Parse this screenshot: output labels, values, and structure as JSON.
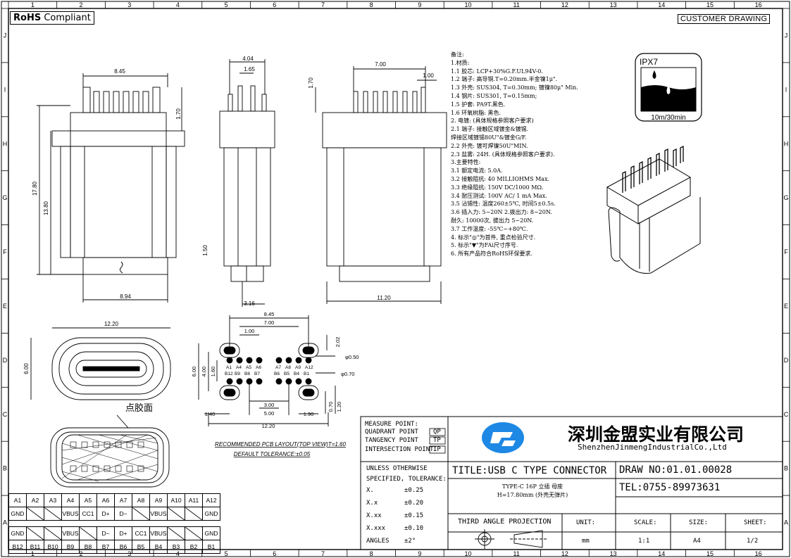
{
  "header": {
    "rohs_bold": "RoHS",
    "rohs_rest": "Compliant",
    "customer_drawing": "CUSTOMER DRAWING"
  },
  "border": {
    "columns": [
      "1",
      "2",
      "3",
      "4",
      "5",
      "6",
      "7",
      "8",
      "9",
      "10",
      "11",
      "12",
      "13",
      "14",
      "15",
      "16"
    ],
    "rows": [
      "J",
      "I",
      "H",
      "G",
      "F",
      "E",
      "D",
      "C",
      "B",
      "A"
    ]
  },
  "dimensions": {
    "top_width": "8.45",
    "height_total": "17.80",
    "height_body": "13.80",
    "pin_height": "1.70",
    "bottom_width": "8.94",
    "side_width": "4.04",
    "side_pitch": "1.65",
    "side_pin": "1.50",
    "side_bottom": "3.16",
    "right_top": "7.00",
    "right_step": "1.00",
    "right_pin_h": "1.70",
    "right_bottom": "11.20",
    "front_width": "12.20",
    "front_height": "6.00",
    "pcb_overall": "8.45",
    "pcb_700": "7.00",
    "pcb_100": "1.00",
    "pcb_202": "2.02",
    "pcb_050": "φ0.50",
    "pcb_070": "φ0.70",
    "pcb_600": "6.00",
    "pcb_400": "4.00",
    "pcb_160": "1.60",
    "pcb_300": "3.00",
    "pcb_500": "5.00",
    "pcb_140": "1.40",
    "pcb_190": "1.90",
    "pcb_1220": "12.20",
    "pcb_070b": "0.70",
    "pcb_120": "1.20"
  },
  "pcb_pins_top": [
    "A1",
    "A4",
    "A5",
    "A6",
    "A7",
    "A8",
    "A9",
    "A12"
  ],
  "pcb_pins_bottom": [
    "B12",
    "B9",
    "B8",
    "B7",
    "B6",
    "B5",
    "B4",
    "B1"
  ],
  "labels": {
    "glue_face": "点胶面",
    "pcb_layout": "RECOMMENDED PCB LAYOUT(TOP VIEW)T=1.60",
    "default_tol": "DEFAULT TOLERANCE:±0.05",
    "ipx": "IPX7",
    "ipx_time": "10m/30min"
  },
  "notes": [
    "备注:",
    "1.材质:",
    "  1.1 胶芯: LCP+30%G.F.UL94V-0.",
    "  1.2 端子: 高导铜.T=0.20mm.半金镍1μ\".",
    "  1.3 外壳: SUS304, T=0.30mm; 镀镍80μ\" Min.",
    "  1.4 钢片: SUS301, T=0.15mm;",
    "  1.5 护套: PA9T.黑色.",
    "  1.6 环氧树脂: 黑色.",
    "2. 电镀: (具体规格参照客户要求)",
    "  2.1 端子: 接触区域镀金&镀锡.",
    "       焊接区域镀锡80U\"&镀金G/F.",
    "  2.2 外壳: 镀可焊镍50U\"MIN.",
    "  2.3 盐雾: 24H. (具体规格参照客户要求).",
    "3.主要特性:",
    "  3.1 额定电流: 5.0A.",
    "  3.2 接触阻抗: 40 MILLIOHMS Max.",
    "  3.3 绝缘阻抗: 150V DC/1000 MΩ.",
    "  3.4 耐压测试: 100V AC/ 1 mA Max.",
    "  3.5 沾锡性: 温度260±5℃, 时间5±0.5s.",
    "  3.6 插入力: 5~20N  2.拨出力: 8~20N.",
    "       耐久: 10000次, 拔出力 5~20N.",
    "  3.7 工作温度: -55℃~+80℃.",
    "4. 标示\"◎\"为首件, 重点检验尺寸.",
    "5. 标示\"▼\"为FAi尺寸序号.",
    "6. 所有产品符合RoHS环保要求."
  ],
  "title_block": {
    "measure_point": "MEASURE POINT:",
    "quadrant_point": "QUADRANT POINT",
    "quadrant_code": "QP",
    "tangency_point": "TANGENCY POINT",
    "tangency_code": "TP",
    "intersection_point": "INTERSECTION POINT",
    "intersection_code": "IP",
    "company_cn": "深圳金盟实业有限公司",
    "company_en": "ShenzhenJinmengIndustrialCo.,Ltd",
    "unless": "UNLESS OTHERWISE",
    "specified": "SPECIFIED, TOLERANCE:",
    "tolerances": [
      {
        "k": "X.",
        "v": "±0.25"
      },
      {
        "k": "X.x",
        "v": "±0.20"
      },
      {
        "k": "X.xx",
        "v": "±0.15"
      },
      {
        "k": "X.xxx",
        "v": "±0.10"
      },
      {
        "k": "ANGLES",
        "v": "±2°"
      }
    ],
    "title": "TITLE:USB C TYPE CONNECTOR",
    "desc1": "TYPE-C 16P 立插 母座",
    "desc2": "H=17.80mm (外壳无弹片)",
    "draw_no": "DRAW NO:01.01.00028",
    "tel": "TEL:0755-89973631",
    "projection": "THIRD ANGLE PROJECTION",
    "unit_h": "UNIT:",
    "unit_v": "mm",
    "scale_h": "SCALE:",
    "scale_v": "1:1",
    "size_h": "SIZE:",
    "size_v": "A4",
    "sheet_h": "SHEET:",
    "sheet_v": "1/2"
  },
  "pin_table": {
    "row1": [
      "A1",
      "A2",
      "A3",
      "A4",
      "A5",
      "A6",
      "A7",
      "A8",
      "A9",
      "A10",
      "A11",
      "A12"
    ],
    "row2": [
      "GND",
      "",
      "",
      "VBUS",
      "CC1",
      "D+",
      "D−",
      "",
      "VBUS",
      "",
      "",
      "GND"
    ],
    "row3": [
      "GND",
      "",
      "",
      "VBUS",
      "",
      "D−",
      "D+",
      "CC1",
      "VBUS",
      "",
      "",
      "GND"
    ],
    "row4": [
      "B12",
      "B11",
      "B10",
      "B9",
      "B8",
      "B7",
      "B6",
      "B5",
      "B4",
      "B3",
      "B2",
      "B1"
    ]
  }
}
